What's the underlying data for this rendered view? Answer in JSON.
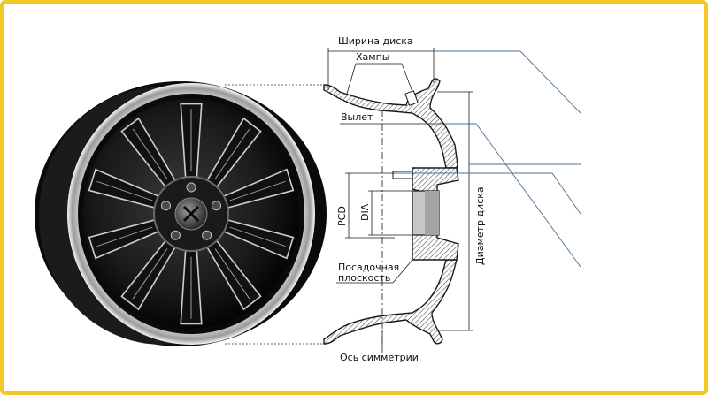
{
  "labels": {
    "rim_width": "Ширина диска",
    "humps": "Хампы",
    "offset": "Вылет",
    "pcd": "PCD",
    "dia": "DIA",
    "mounting_surface_line1": "Посадочная",
    "mounting_surface_line2": "плоскость",
    "symmetry_axis": "Ось симметрии",
    "rim_diameter": "Диаметр диска"
  },
  "colors": {
    "frame_border": "#f3c728",
    "line": "#1a1a1a",
    "leader": "#4a7090",
    "hatch": "#555555",
    "wheel_dark": "#0d0d0d",
    "wheel_metal": "#bfbfbf"
  }
}
